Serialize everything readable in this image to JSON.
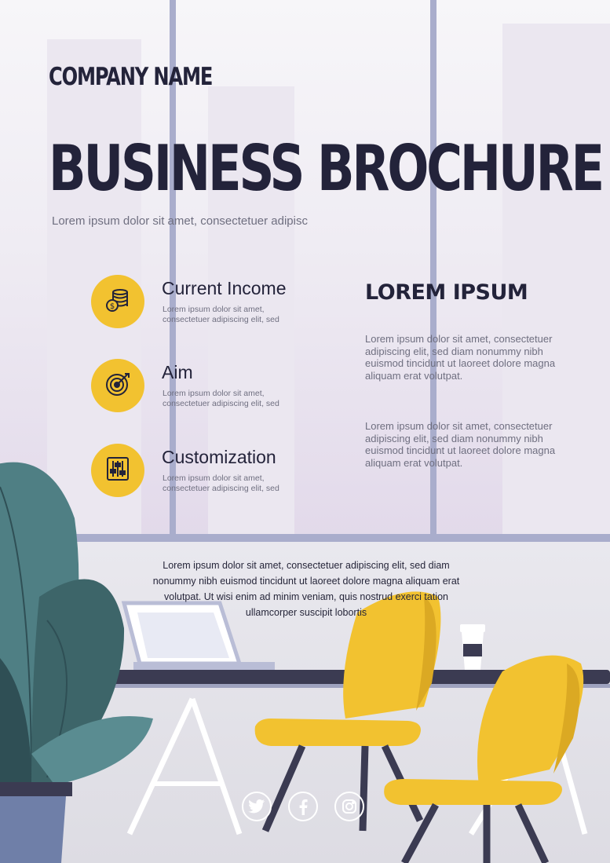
{
  "header": {
    "company": "COMPANY NAME",
    "title": "BUSINESS BROCHURE",
    "subtitle": "Lorem ipsum dolor sit amet, consectetuer adipisc"
  },
  "features": [
    {
      "icon": "coins-icon",
      "title": "Current Income",
      "text": "Lorem ipsum dolor sit amet, consectetuer adipiscing elit, sed"
    },
    {
      "icon": "target-icon",
      "title": "Aim",
      "text": "Lorem ipsum dolor sit amet, consectetuer adipiscing elit, sed"
    },
    {
      "icon": "sliders-icon",
      "title": "Customization",
      "text": "Lorem ipsum dolor sit amet, consectetuer adipiscing elit, sed"
    }
  ],
  "right_column": {
    "heading": "LOREM IPSUM",
    "paragraph_1": "Lorem ipsum dolor sit amet, consectetuer adipiscing elit, sed diam nonummy nibh euismod tincidunt ut laoreet dolore magna aliquam erat volutpat.",
    "paragraph_2": "Lorem ipsum dolor sit amet, consectetuer adipiscing elit, sed diam nonummy nibh euismod tincidunt ut laoreet dolore magna aliquam erat volutpat."
  },
  "center_text": "Lorem ipsum dolor sit amet, consectetuer adipiscing elit, sed diam nonummy nibh euismod tincidunt ut laoreet dolore magna aliquam erat volutpat. Ut wisi enim ad minim veniam, quis nostrud exerci tation ullamcorper suscipit lobortis",
  "social": [
    "twitter-icon",
    "facebook-icon",
    "instagram-icon"
  ],
  "colors": {
    "accent": "#f2c230",
    "dark": "#23233a",
    "frame": "#a9adcc",
    "plant": "#4f7f84"
  }
}
